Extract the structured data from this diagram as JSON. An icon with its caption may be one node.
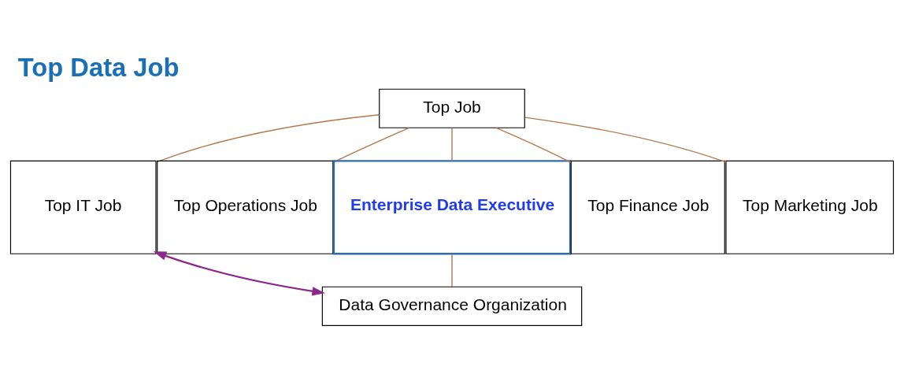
{
  "diagram": {
    "title": "Top Data Job",
    "nodes": [
      {
        "text": [
          "Top Job"
        ]
      },
      {
        "text": [
          "Top IT Job"
        ]
      },
      {
        "text": [
          "Top Operations Job"
        ]
      },
      {
        "text": [
          "Enterprise Data Executive"
        ]
      },
      {
        "text": [
          "Top Finance Job"
        ]
      },
      {
        "text": [
          "Top Marketing Job"
        ]
      },
      {
        "text": [
          "Data Governance Organization"
        ]
      }
    ],
    "edges": [
      {
        "from": 0,
        "to": 1,
        "arrow": "none"
      },
      {
        "from": 0,
        "to": 2,
        "arrow": "none"
      },
      {
        "from": 0,
        "to": 3,
        "arrow": "none"
      },
      {
        "from": 0,
        "to": 4,
        "arrow": "none"
      },
      {
        "from": 0,
        "to": 5,
        "arrow": "none"
      },
      {
        "from": 3,
        "to": 6,
        "arrow": "none"
      },
      {
        "from": 6,
        "to": 1,
        "arrow": "both",
        "color": "#8b2a8b"
      }
    ]
  }
}
